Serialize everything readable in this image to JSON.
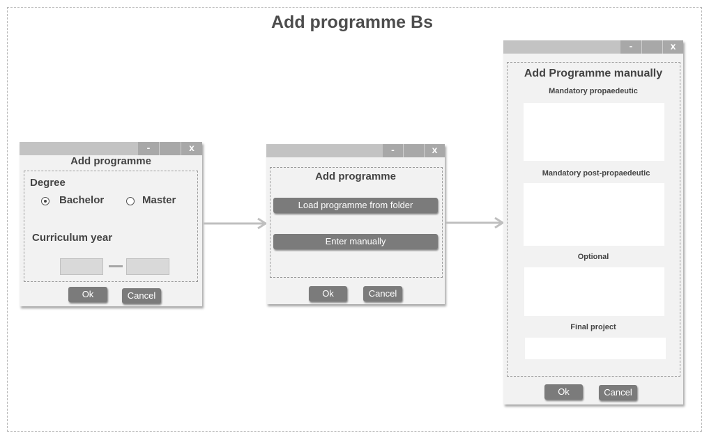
{
  "page": {
    "title": "Add programme Bs"
  },
  "window1": {
    "minimize_label": "-",
    "close_label": "x",
    "title": "Add programme",
    "degree_label": "Degree",
    "options": [
      {
        "label": "Bachelor",
        "selected": true
      },
      {
        "label": "Master",
        "selected": false
      }
    ],
    "curriculum_label": "Curriculum year",
    "year_from_value": "",
    "year_to_value": "",
    "ok_label": "Ok",
    "cancel_label": "Cancel"
  },
  "window2": {
    "minimize_label": "-",
    "close_label": "x",
    "title": "Add programme",
    "load_button_label": "Load programme from folder",
    "manual_button_label": "Enter manually",
    "ok_label": "Ok",
    "cancel_label": "Cancel"
  },
  "window3": {
    "minimize_label": "-",
    "close_label": "x",
    "title": "Add Programme manually",
    "sections": [
      {
        "label": "Mandatory propaedeutic"
      },
      {
        "label": "Mandatory post-propaedeutic"
      },
      {
        "label": "Optional"
      },
      {
        "label": "Final project"
      }
    ],
    "ok_label": "Ok",
    "cancel_label": "Cancel"
  },
  "colors": {
    "titlebar": "#c3c3c3",
    "titlebar_buttons": "#a8a8a8",
    "window_body": "#f2f2f2",
    "button": "#7b7b7b",
    "arrow": "#bfbfbf"
  }
}
